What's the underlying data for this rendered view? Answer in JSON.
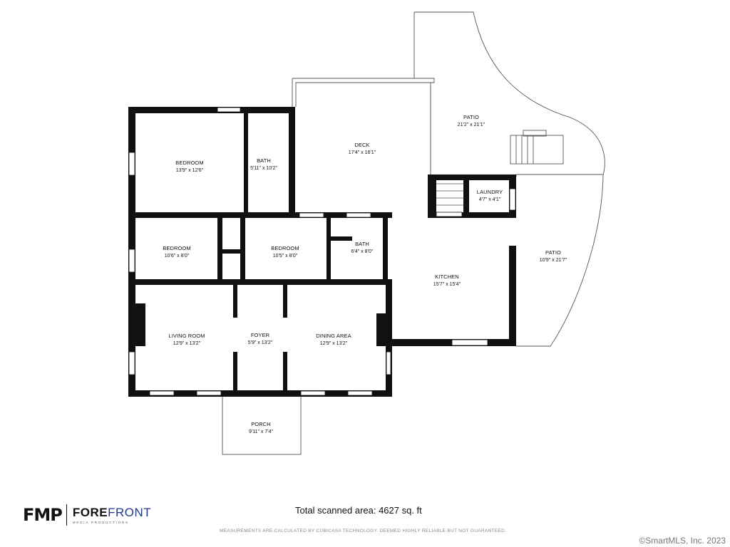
{
  "rooms": {
    "bedroom1": {
      "name": "BEDROOM",
      "dim": "13'9\" x 12'6\""
    },
    "bath1": {
      "name": "BATH",
      "dim": "5'11\" x 10'2\""
    },
    "deck": {
      "name": "DECK",
      "dim": "17'4\" x 16'1\""
    },
    "patio1": {
      "name": "PATIO",
      "dim": "21'2\" x 21'1\""
    },
    "laundry": {
      "name": "LAUNDRY",
      "dim": "4'7\" x 4'1\""
    },
    "bedroom2": {
      "name": "BEDROOM",
      "dim": "10'6\" x 8'0\""
    },
    "bedroom3": {
      "name": "BEDROOM",
      "dim": "10'5\" x 8'0\""
    },
    "bath2": {
      "name": "BATH",
      "dim": "6'4\" x 8'0\""
    },
    "patio2": {
      "name": "PATIO",
      "dim": "10'9\" x 21'7\""
    },
    "kitchen": {
      "name": "KITCHEN",
      "dim": "15'7\" x 15'4\""
    },
    "living": {
      "name": "LIVING ROOM",
      "dim": "12'9\" x 13'2\""
    },
    "foyer": {
      "name": "FOYER",
      "dim": "5'9\" x 13'2\""
    },
    "dining": {
      "name": "DINING AREA",
      "dim": "12'9\" x 13'2\""
    },
    "porch": {
      "name": "PORCH",
      "dim": "9'11\" x 7'4\""
    }
  },
  "footer": {
    "logo_mark": "FMP",
    "brand_bold": "FORE",
    "brand_light": "FRONT",
    "brand_sub": "MEDIA PRODUCTIONS",
    "total": "Total scanned area: 4627 sq. ft",
    "disclaimer": "MEASUREMENTS ARE CALCULATED BY CUBICASA TECHNOLOGY. DEEMED HIGHLY RELIABLE BUT NOT GUARANTEED.",
    "copyright": "©SmartMLS, Inc.  2023"
  }
}
